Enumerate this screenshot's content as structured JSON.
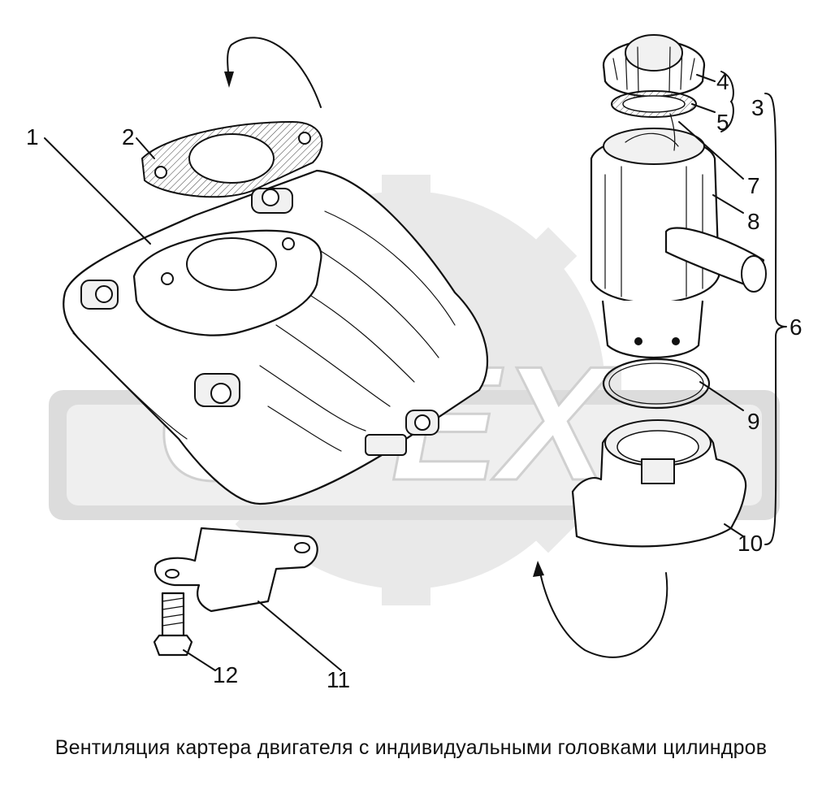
{
  "caption": "Вентиляция картера двигателя с индивидуальными головками цилиндров",
  "watermark": {
    "text": "OPEX"
  },
  "callouts": [
    {
      "id": "1",
      "label": "1"
    },
    {
      "id": "2",
      "label": "2"
    },
    {
      "id": "3",
      "label": "3"
    },
    {
      "id": "4",
      "label": "4"
    },
    {
      "id": "5",
      "label": "5"
    },
    {
      "id": "6",
      "label": "6"
    },
    {
      "id": "7",
      "label": "7"
    },
    {
      "id": "8",
      "label": "8"
    },
    {
      "id": "9",
      "label": "9"
    },
    {
      "id": "10",
      "label": "10"
    },
    {
      "id": "11",
      "label": "11"
    },
    {
      "id": "12",
      "label": "12"
    }
  ]
}
